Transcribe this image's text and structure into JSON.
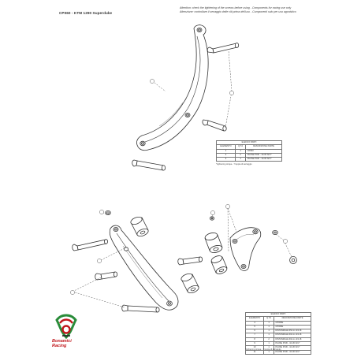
{
  "header": {
    "title": "CP060 - KTM 1290 Superduke",
    "warning_lines": [
      "Attention: check the tightening of the screws before using - Components for racing use only",
      "Attenzione: controllare il serraggio delle viti prima dell'uso - Componenti solo per uso agonistico"
    ]
  },
  "table_top": {
    "caption": "ELENCO PARTI",
    "headers": [
      "ELEMENTO",
      "Q.TÀ",
      "DESCRIZIONE PARTE"
    ],
    "rows": [
      [
        "1",
        "1",
        "CP060"
      ],
      [
        "2",
        "2",
        "PAUSE POZI - 10-30 N/m*"
      ],
      [
        "3",
        "1",
        "PAUSE POZI - 10-30 N/m*"
      ]
    ],
    "note": "*tightening torque - *coppia di serraggio"
  },
  "table_bottom": {
    "caption": "ELENCO PARTI",
    "headers": [
      "ELEMENTO",
      "Q.TÀ",
      "DESCRIZIONE PARTE"
    ],
    "rows": [
      [
        "4",
        "1",
        "CP060E"
      ],
      [
        "5",
        "1",
        "CP060E"
      ],
      [
        "6",
        "1",
        "DISTANZIALE 35mm x19 x8"
      ],
      [
        "7",
        "1",
        "DISTANZIALE 30mm x19 x8"
      ],
      [
        "8",
        "2",
        "DISTANZIALE 30mm x19 x8"
      ],
      [
        "9",
        "1",
        "PAUSE POZI - 10-30 N/m*"
      ],
      [
        "10",
        "1",
        "PAUSE POZI - 10-30 N/m*"
      ],
      [
        "11",
        "1",
        "PAUSE POZI - 10-30 N/m*"
      ]
    ],
    "note": "*tightening torque - *coppia di serraggio"
  },
  "logo": {
    "line1": "Bonamici",
    "line2": "Racing",
    "accent_red": "#c0161b",
    "accent_green": "#2a8c3a"
  }
}
